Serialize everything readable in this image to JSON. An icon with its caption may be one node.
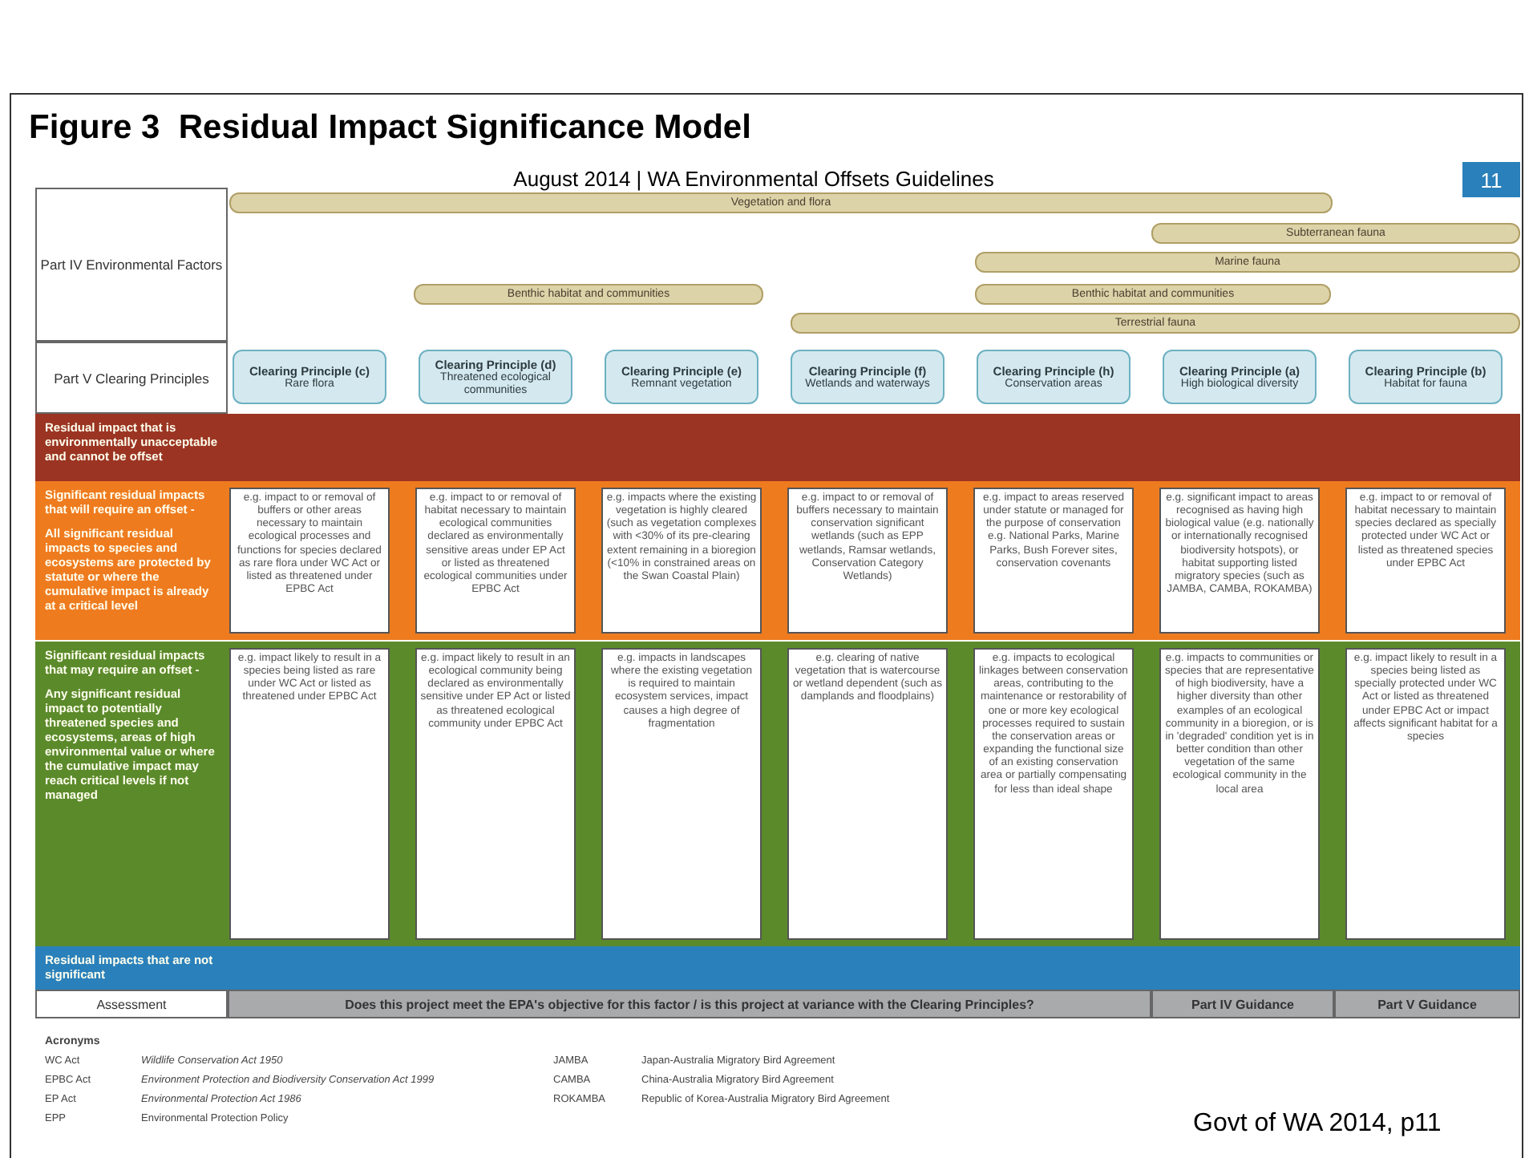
{
  "diagram": {
    "title": "Figure 3  Residual Impact Significance Model",
    "caption": "Govt of WA 2014, p11",
    "nodes": [
      {
        "text": [
          "Vegetation and flora"
        ]
      },
      {
        "text": [
          "Subterranean fauna"
        ]
      },
      {
        "text": [
          "Marine fauna"
        ]
      },
      {
        "text": [
          "Benthic habitat and communities"
        ]
      },
      {
        "text": [
          "Benthic habitat and communities"
        ]
      },
      {
        "text": [
          "Terrestrial fauna"
        ]
      },
      {
        "text": [
          "Clearing Principle (c)",
          "Rare flora"
        ]
      },
      {
        "text": [
          "Clearing Principle (d)",
          "Threatened ecological communities"
        ]
      },
      {
        "text": [
          "Clearing Principle (e)",
          "Remnant vegetation"
        ]
      },
      {
        "text": [
          "Clearing Principle (f)",
          "Wetlands and waterways"
        ]
      },
      {
        "text": [
          "Clearing Principle (h)",
          "Conservation areas"
        ]
      },
      {
        "text": [
          "Clearing Principle (a)",
          "High biological diversity"
        ]
      },
      {
        "text": [
          "Clearing Principle (b)",
          "Habitat for fauna"
        ]
      },
      {
        "text": [
          "Residual impact that is environmentally unacceptable and cannot be offset"
        ]
      },
      {
        "text": [
          "Significant residual impacts that will require an offset -",
          "All significant residual impacts to species and ecosystems are protected by statute or where the cumulative impact is already at a critical level"
        ]
      },
      {
        "text": [
          "e.g. impact to or removal of buffers or other areas necessary to maintain ecological processes and functions for species declared as rare flora under WC Act or listed as threatened under EPBC Act"
        ],
        "in": 14
      },
      {
        "text": [
          "e.g. impact to or removal of habitat necessary to maintain ecological communities declared as environmentally sensitive areas under EP Act or listed as threatened ecological communities under EPBC Act"
        ],
        "in": 14
      },
      {
        "text": [
          "e.g. impacts where the existing vegetation is highly cleared (such as vegetation complexes with <30% of its pre-clearing extent remaining in a bioregion (<10% in constrained areas on the Swan Coastal Plain)"
        ],
        "in": 14
      },
      {
        "text": [
          "e.g. impact to or removal of buffers necessary to maintain conservation significant wetlands (such as EPP wetlands, Ramsar wetlands, Conservation Category Wetlands)"
        ],
        "in": 14
      },
      {
        "text": [
          "e.g. impact to areas reserved under statute or managed for the purpose of conservation e.g. National Parks, Marine Parks, Bush Forever sites, conservation covenants"
        ],
        "in": 14
      },
      {
        "text": [
          "e.g. significant impact to areas recognised as having high biological value (e.g. nationally or internationally recognised biodiversity hotspots), or habitat supporting listed migratory species (such as JAMBA, CAMBA, ROKAMBA)"
        ],
        "in": 14
      },
      {
        "text": [
          "e.g. impact to or removal of habitat necessary to maintain species declared as specially protected under WC Act or listed as threatened species under EPBC Act"
        ],
        "in": 14
      },
      {
        "text": [
          "Significant residual impacts that may require an offset -",
          "Any significant residual impact to potentially threatened species and ecosystems, areas of high environmental value or where the cumulative impact may reach critical levels if not managed"
        ]
      },
      {
        "text": [
          "e.g. impact likely to result in a species being listed as rare under WC Act or listed as threatened under EPBC Act"
        ],
        "in": 22
      },
      {
        "text": [
          "e.g. impact likely to result in an ecological community being declared as environmentally sensitive under EP Act or listed as threatened ecological community under EPBC Act"
        ],
        "in": 22
      },
      {
        "text": [
          "e.g. impacts in landscapes where the existing vegetation is required to maintain ecosystem services, impact causes a high degree of fragmentation"
        ],
        "in": 22
      },
      {
        "text": [
          "e.g. clearing of native vegetation that is watercourse or wetland dependent (such as damplands and floodplains)"
        ],
        "in": 22
      },
      {
        "text": [
          "e.g. impacts to ecological linkages between conservation areas, contributing to the maintenance or restorability of one or more key ecological processes required to sustain the conservation areas or expanding the functional size of an existing conservation area or partially compensating for less than ideal shape"
        ],
        "in": 22
      },
      {
        "text": [
          "e.g. impacts to communities or species that are representative of high biodiversity, have a higher diversity than other examples of an ecological community in a bioregion, or is in 'degraded' condition yet is in better condition than other vegetation of the same ecological community in the local area"
        ],
        "in": 22
      },
      {
        "text": [
          "e.g. impact likely to result in a species being listed as specially protected under WC Act or listed as threatened under EPBC Act or impact affects significant habitat for a species"
        ],
        "in": 22
      },
      {
        "text": [
          "Residual impacts that are not significant"
        ]
      }
    ],
    "labels": [
      "August 2014 | WA Environmental Offsets Guidelines",
      "11",
      "Part IV Environmental Factors",
      "Part V Clearing Principles",
      "Assessment",
      "Does this project meet the EPA's objective for this factor / is this project at variance with the Clearing Principles?",
      "Part IV Guidance",
      "Part V Guidance",
      "Acronyms",
      "WC Act",
      "Wildlife Conservation Act 1950",
      "JAMBA",
      "Japan-Australia Migratory Bird Agreement",
      "EPBC Act",
      "Environment Protection and Biodiversity Conservation Act 1999",
      "CAMBA",
      "China-Australia Migratory Bird Agreement",
      "EP Act",
      "Environmental Protection Act 1986",
      "ROKAMBA",
      "Republic of Korea-Australia Migratory Bird Agreement",
      "EPP",
      "Environmental Protection Policy"
    ]
  }
}
